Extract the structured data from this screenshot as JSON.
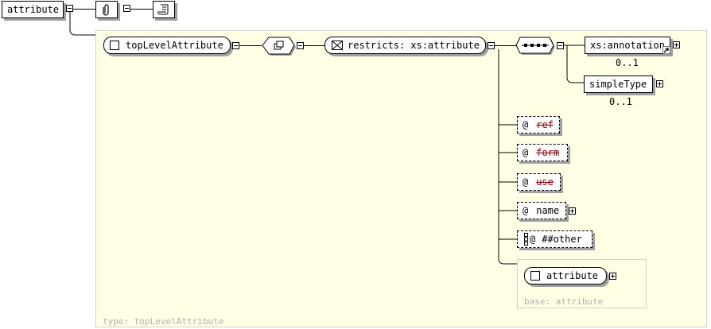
{
  "root": {
    "label": "attribute"
  },
  "type_box": {
    "top_level": "topLevelAttribute",
    "restricts_prefix": "restricts:",
    "restricts_type": "xs:attribute",
    "type_caption": "type: topLevelAttribute"
  },
  "sequence": {
    "annotation": {
      "label": "xs:annotation",
      "cardinality": "0..1"
    },
    "simple_type": {
      "label": "simpleType",
      "cardinality": "0..1"
    }
  },
  "attributes": {
    "at_symbol": "@",
    "items": [
      {
        "label": "ref",
        "prohibited": true
      },
      {
        "label": "form",
        "prohibited": true
      },
      {
        "label": "use",
        "prohibited": true
      },
      {
        "label": "name",
        "prohibited": false
      },
      {
        "label": "##other",
        "prohibited": false
      }
    ]
  },
  "base_box": {
    "label": "attribute",
    "caption": "base: attribute"
  },
  "colors": {
    "container_bg": "#ffffe6",
    "container_border": "#d0d0d0",
    "prohibited": "#8b0000",
    "faint_text": "#b0b0b0"
  }
}
